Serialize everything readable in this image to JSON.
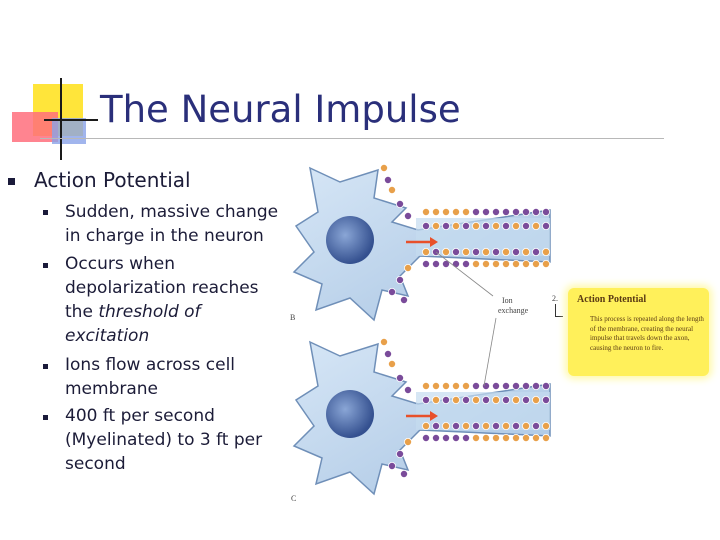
{
  "slide": {
    "title": "The Neural Impulse",
    "bullet_main": "Action Potential",
    "sub_bullets": [
      {
        "lines": [
          "Sudden, massive change",
          "in charge in the neuron"
        ]
      },
      {
        "lines": [
          "Occurs when",
          "depolarization reaches"
        ],
        "tail_plain": "the ",
        "tail_italic_1": "threshold of",
        "tail_italic_2": "excitation"
      },
      {
        "lines": [
          "Ions flow across cell",
          "membrane"
        ]
      },
      {
        "lines": [
          "400 ft per second",
          "(Myelinated) to 3 ft per",
          "second"
        ]
      }
    ]
  },
  "figure": {
    "label_b": "B",
    "label_c": "C",
    "ion_label_1": "Ion",
    "ion_label_2": "exchange",
    "callout_step": "2.",
    "callout_title": "Action Potential",
    "callout_body": "This process is repeated along the length of the membrane, creating the neural impulse that travels down the axon, causing the neuron to fire.",
    "colors": {
      "cell": "#b8d2ec",
      "nucleus": "#4b66a8",
      "ion_purple": "#7a4b9a",
      "ion_orange": "#e8a04a",
      "arrow": "#e8502a",
      "callout": "#fff05a"
    }
  }
}
